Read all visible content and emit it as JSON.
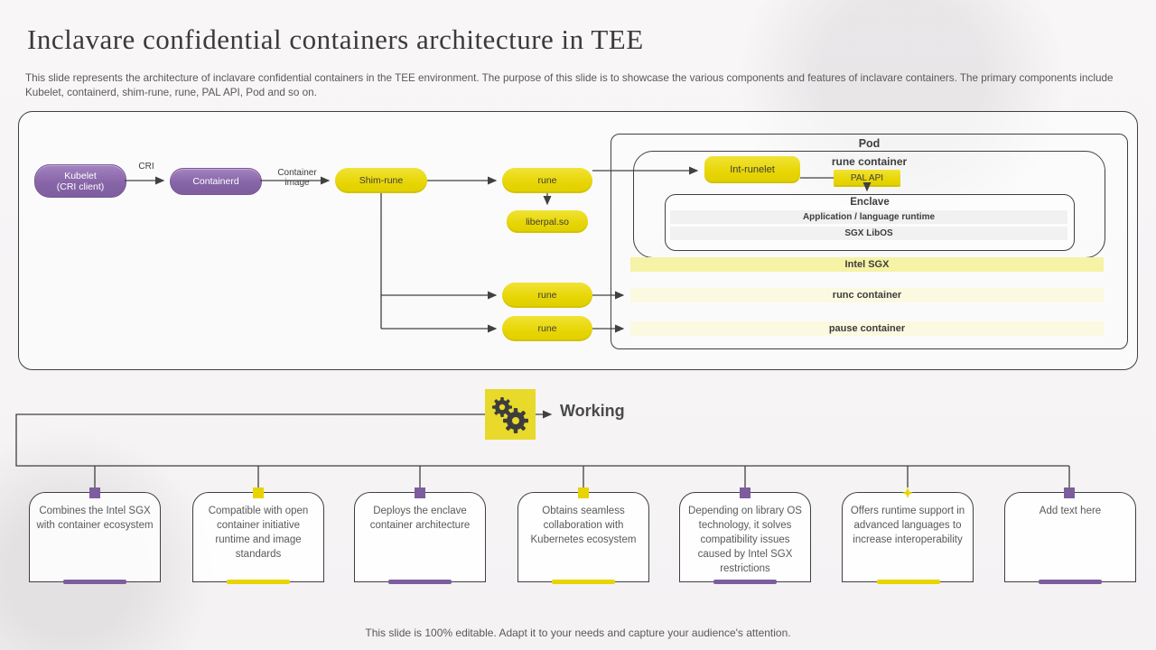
{
  "slide": {
    "title": "Inclavare confidential containers architecture in TEE",
    "description": "This slide represents the architecture of inclavare confidential containers in the TEE environment. The purpose of this slide is to showcase the various components and features of inclavare containers. The primary components include Kubelet, containerd, shim-rune, rune, PAL API,  Pod and so on.",
    "footer": "This slide is 100% editable. Adapt it to your needs and capture your audience's attention."
  },
  "colors": {
    "purple": "#8765a8",
    "purple_dark": "#7d5d9e",
    "yellow": "#e7d503",
    "yellow_band": "#f6f2a6",
    "yellow_pale": "#fbf9e0",
    "gray_band": "#f1f1f1",
    "line": "#404040",
    "text_muted": "#595959"
  },
  "diagram": {
    "kubelet_line1": "Kubelet",
    "kubelet_line2": "(CRI client)",
    "containerd": "Containerd",
    "shim_rune": "Shim-rune",
    "rune1": "rune",
    "rune2": "rune",
    "rune3": "rune",
    "liberpal": "liberpal.so",
    "cri_label": "CRI",
    "container_image_line1": "Container",
    "container_image_line2": "image",
    "pod": {
      "title": "Pod",
      "rune_container": "rune container",
      "int_runelet": "Int-runelet",
      "pal_api": "PAL API",
      "enclave": "Enclave",
      "app_runtime": "Application / language runtime",
      "sgx_libos": "SGX LibOS",
      "intel_sgx": "Intel SGX",
      "runc_container": "runc container",
      "pause_container": "pause container"
    }
  },
  "working": {
    "label": "Working",
    "icon": "gears-icon"
  },
  "features": [
    {
      "text": "Combines the Intel SGX with container ecosystem",
      "accent": "purple"
    },
    {
      "text": "Compatible with open container initiative runtime and image standards",
      "accent": "yellow"
    },
    {
      "text": "Deploys the enclave container architecture",
      "accent": "purple"
    },
    {
      "text": "Obtains seamless collaboration with Kubernetes ecosystem",
      "accent": "yellow"
    },
    {
      "text": "Depending on library OS technology, it solves compatibility issues caused by Intel SGX restrictions",
      "accent": "purple"
    },
    {
      "text": "Offers runtime support in advanced languages to increase interoperability",
      "accent": "yellow"
    },
    {
      "text": "Add text here",
      "accent": "purple"
    }
  ]
}
